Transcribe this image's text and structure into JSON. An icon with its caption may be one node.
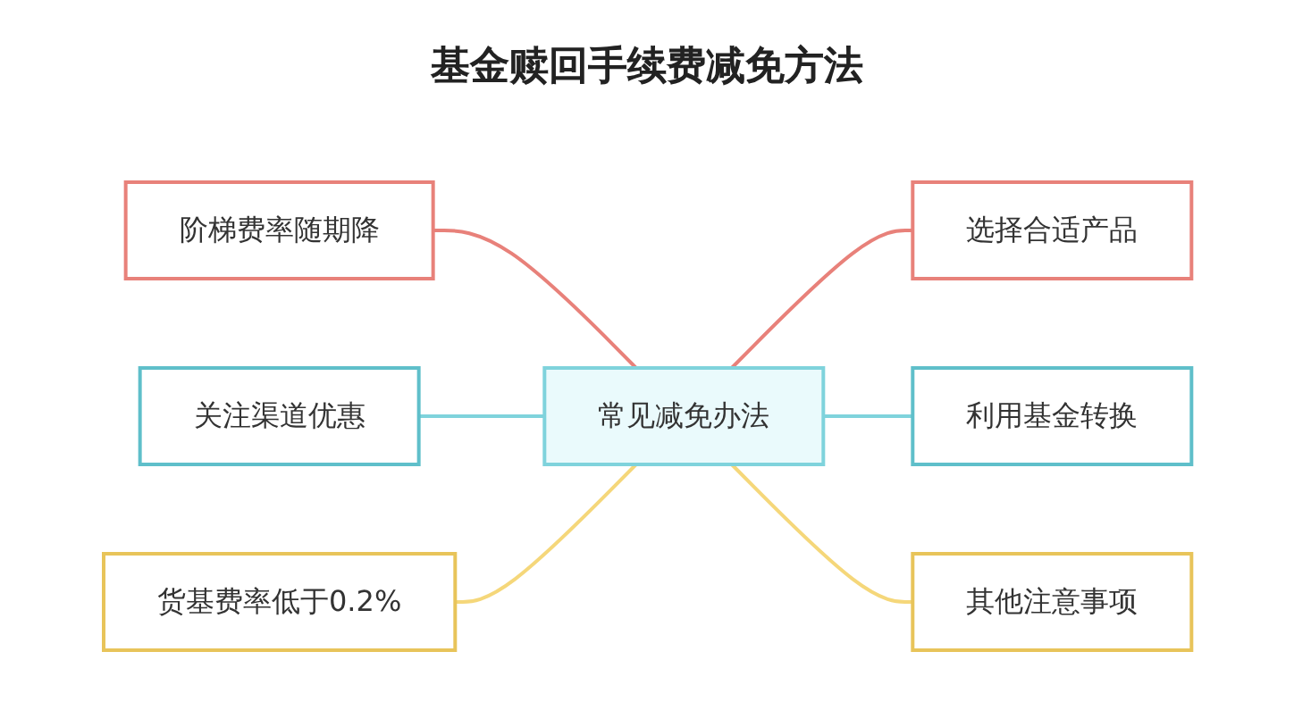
{
  "diagram": {
    "title": "基金赎回手续费减免方法",
    "nodes": [
      {
        "text": [
          "常见减免办法"
        ]
      },
      {
        "text": [
          "阶梯费率随期降"
        ]
      },
      {
        "text": [
          "选择合适产品"
        ]
      },
      {
        "text": [
          "关注渠道优惠"
        ]
      },
      {
        "text": [
          "利用基金转换"
        ]
      },
      {
        "text": [
          "货基费率低于0.2%"
        ]
      },
      {
        "text": [
          "其他注意事项"
        ]
      }
    ],
    "edges": [
      {
        "from": 1,
        "to": 0,
        "arrow": "none",
        "color": "#e8817a"
      },
      {
        "from": 0,
        "to": 2,
        "arrow": "none",
        "color": "#e8817a"
      },
      {
        "from": 3,
        "to": 0,
        "arrow": "none",
        "color": "#7fd3dc"
      },
      {
        "from": 0,
        "to": 4,
        "arrow": "none",
        "color": "#7fd3dc"
      },
      {
        "from": 5,
        "to": 0,
        "arrow": "none",
        "color": "#f5d77a"
      },
      {
        "from": 0,
        "to": 6,
        "arrow": "none",
        "color": "#f5d77a"
      }
    ]
  }
}
